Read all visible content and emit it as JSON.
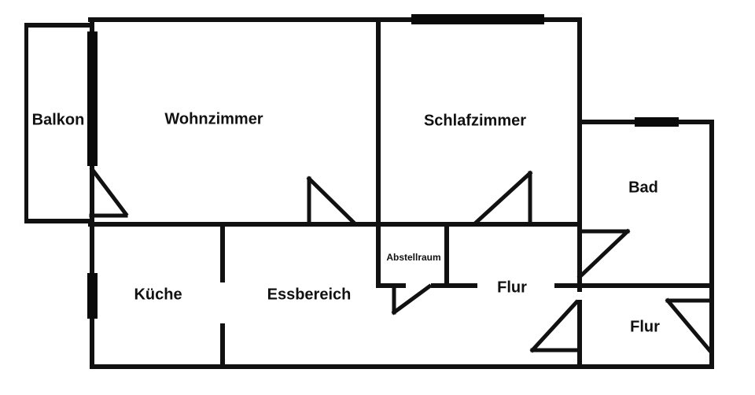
{
  "diagram": {
    "type": "floor-plan",
    "rooms": {
      "balkon": {
        "label": "Balkon"
      },
      "wohnzimmer": {
        "label": "Wohnzimmer"
      },
      "schlafzimmer": {
        "label": "Schlafzimmer"
      },
      "bad": {
        "label": "Bad"
      },
      "kueche": {
        "label": "Küche"
      },
      "essbereich": {
        "label": "Essbereich"
      },
      "abstellraum": {
        "label": "Abstellraum"
      },
      "flur_mitte": {
        "label": "Flur"
      },
      "flur_unten": {
        "label": "Flur"
      }
    },
    "symbols": {
      "windows": [
        "balkon-window",
        "schlafzimmer-window",
        "bad-window",
        "kueche-window"
      ],
      "doors": [
        "balkon-door",
        "wohnzimmer-door",
        "schlafzimmer-door",
        "abstellraum-door",
        "bad-door",
        "flur-connection-door",
        "entrance-door"
      ]
    },
    "colors": {
      "wall": "#111111",
      "background": "#ffffff"
    }
  }
}
